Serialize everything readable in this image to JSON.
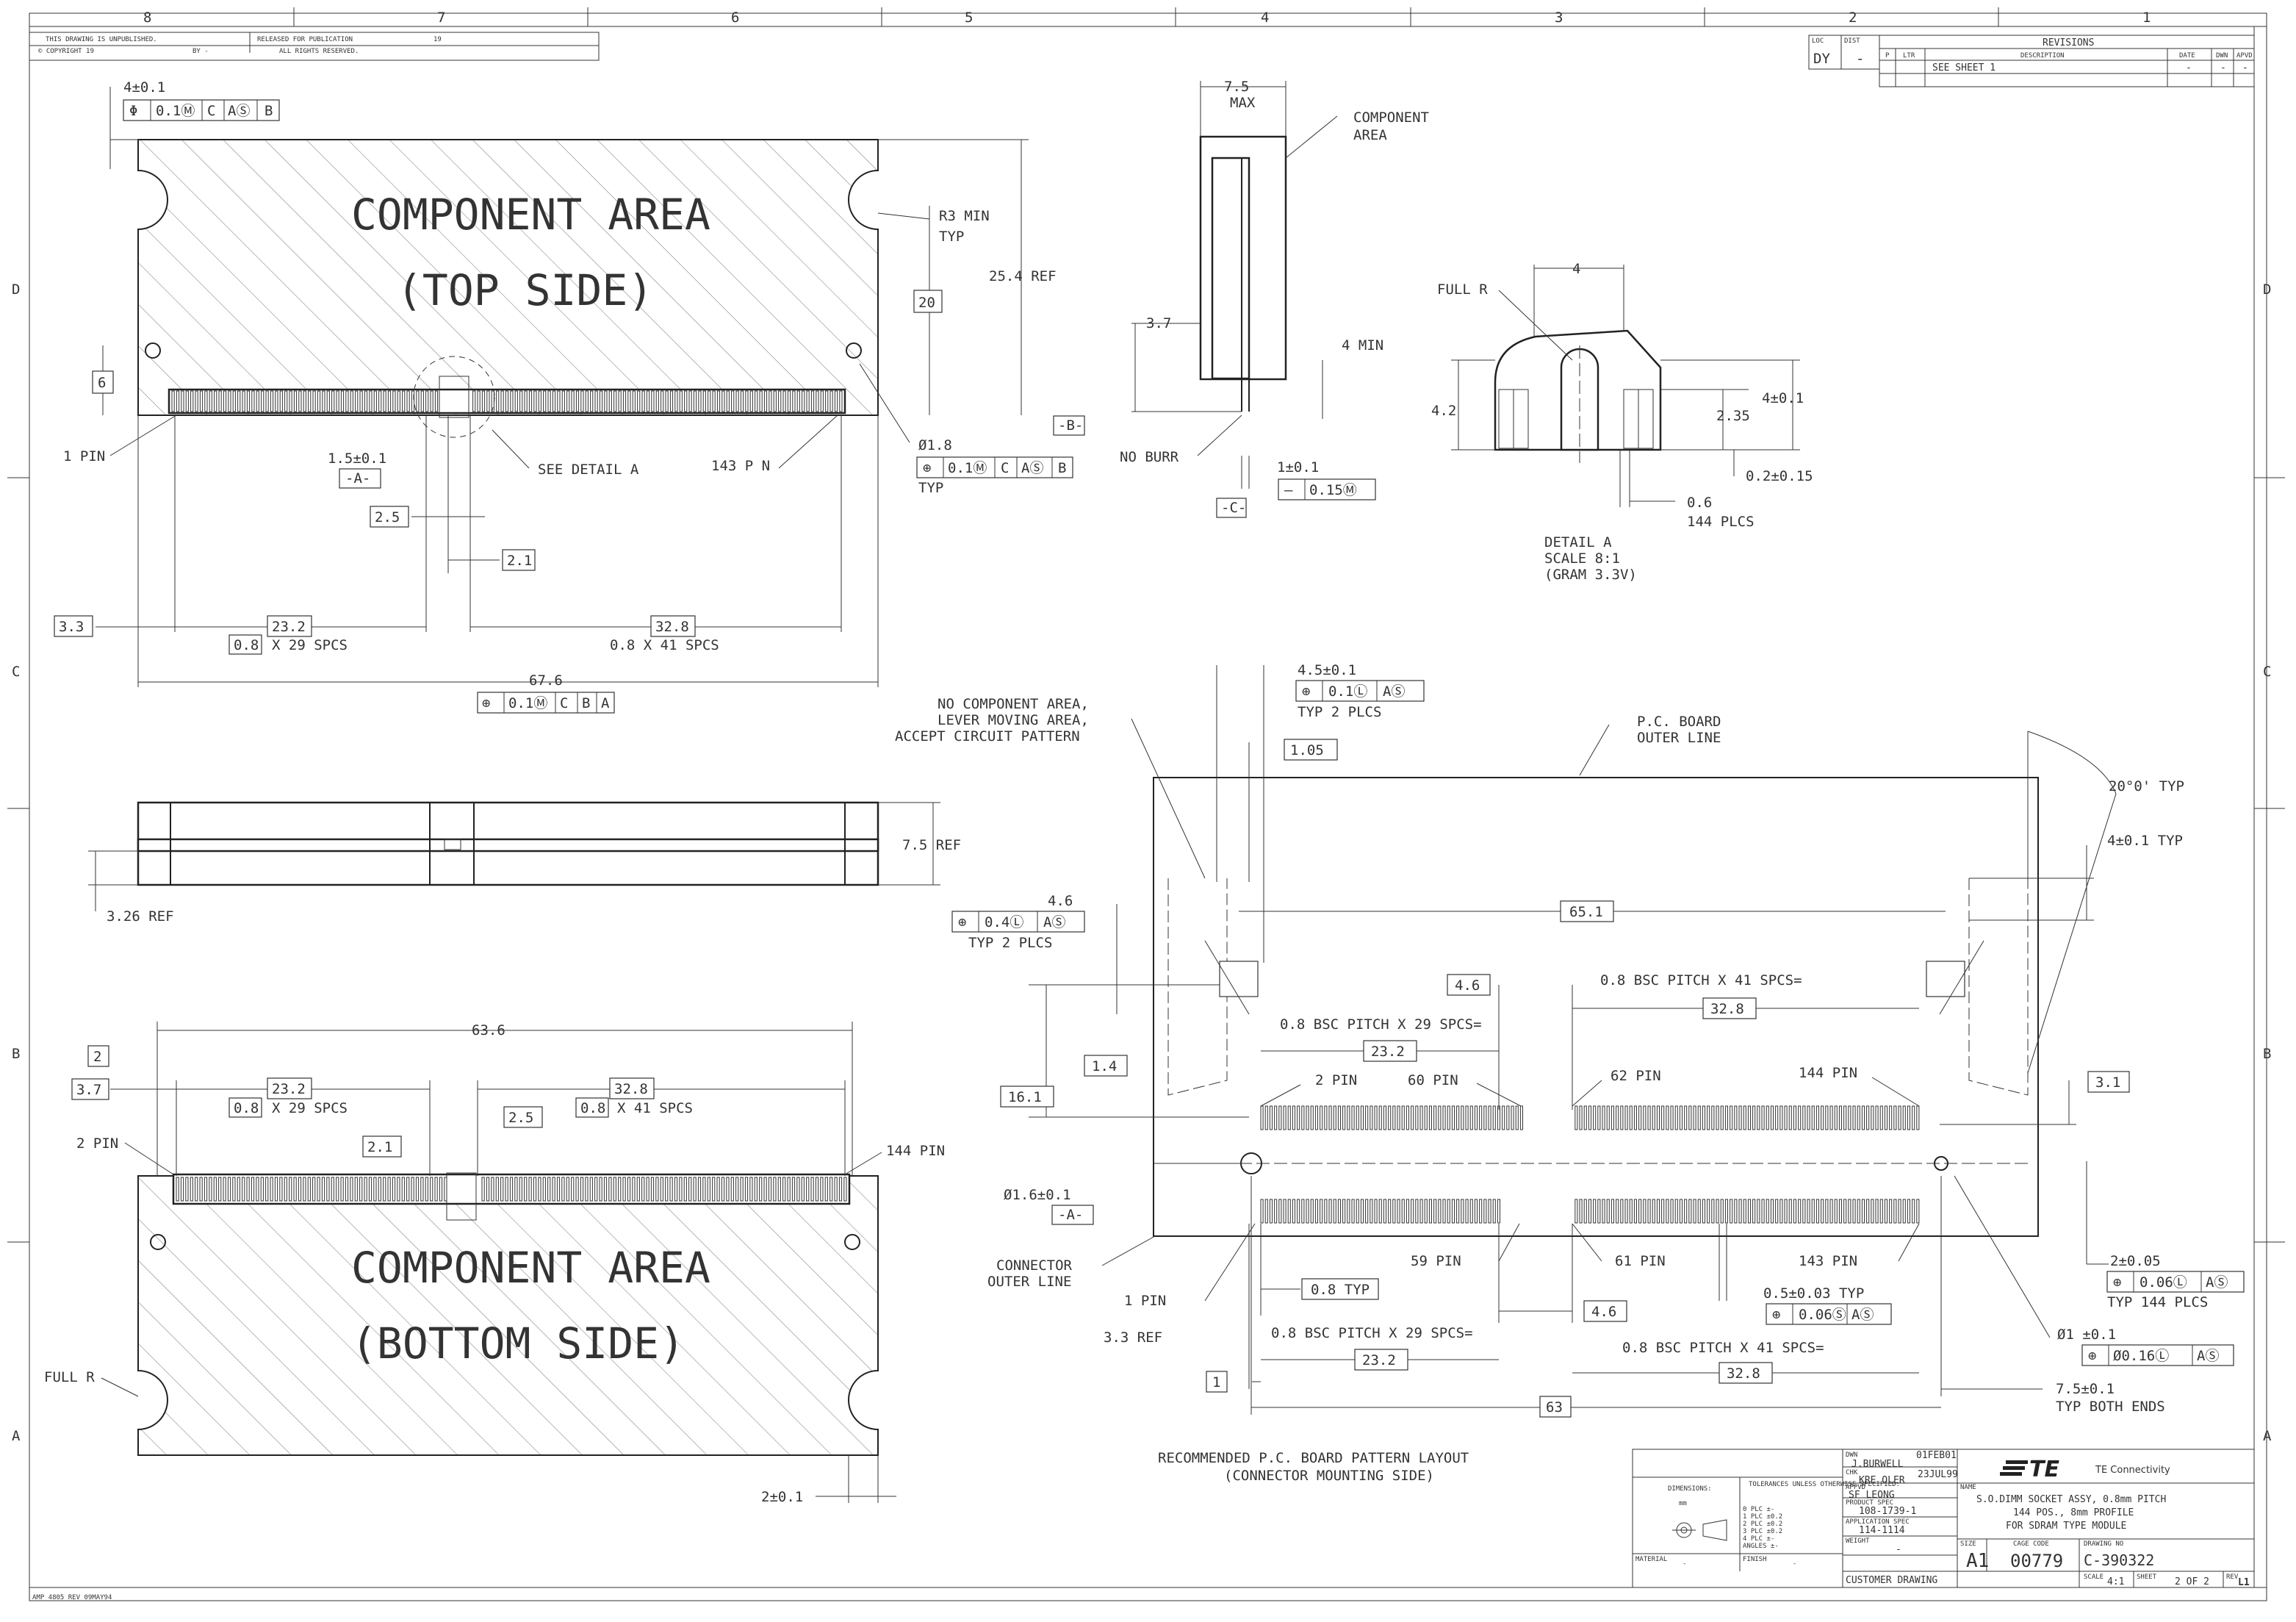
{
  "top_notes": {
    "unpublished": "THIS DRAWING IS UNPUBLISHED.",
    "copyright": "© COPYRIGHT 19",
    "copyright_by": "BY -",
    "released": "RELEASED FOR PUBLICATION",
    "released_year": "19",
    "rights": "ALL RIGHTS RESERVED."
  },
  "zones": {
    "columns": [
      "8",
      "7",
      "6",
      "5",
      "4",
      "3",
      "2",
      "1"
    ],
    "rows": [
      "D",
      "C",
      "B",
      "A"
    ]
  },
  "revisions": {
    "loc_label": "LOC",
    "loc_value": "DY",
    "dist_label": "DIST",
    "dist_value": "-",
    "title": "REVISIONS",
    "col_p": "P",
    "col_ltr": "LTR",
    "col_desc": "DESCRIPTION",
    "col_date": "DATE",
    "col_dwn": "DWN",
    "col_apvd": "APVD",
    "row_desc": "SEE SHEET 1",
    "row_date": "-",
    "row_dwn": "-",
    "row_apvd": "-"
  },
  "top_view": {
    "title_line1": "COMPONENT AREA",
    "title_line2": "(TOP SIDE)",
    "dim_4": "4±0.1",
    "fcf_pos": "Φ",
    "fcf_tol": "0.1Ⓜ",
    "fcf_c": "C",
    "fcf_as": "AⓈ",
    "fcf_b": "B",
    "r3": "R3 MIN",
    "typ": "TYP",
    "box_20": "20",
    "ref_254": "25.4 REF",
    "box_6": "6",
    "datum_b": "-B-",
    "pin1": "1 PIN",
    "dim_15": "1.5±0.1",
    "datum_a": "-A-",
    "see_detail": "SEE DETAIL A",
    "pin143": "143 P N",
    "dia18": "Ø1.8",
    "fcf2_tol": "0.1Ⓜ",
    "fcf2_c": "C",
    "fcf2_as": "AⓈ",
    "fcf2_b": "B",
    "typ2": "TYP",
    "box_25": "2.5",
    "box_21": "2.1",
    "box_33": "3.3",
    "box_232": "23.2",
    "box_08": "0.8",
    "x29": "X 29 SPCS",
    "box_328": "32.8",
    "x41": "0.8 X 41 SPCS",
    "dim_676": "67.6",
    "fcf3_tol": "0.1Ⓜ",
    "fcf3_c": "C",
    "fcf3_b": "B",
    "fcf3_a": "A"
  },
  "side_view": {
    "max75": "7.5",
    "max": "MAX",
    "comp_area_1": "COMPONENT",
    "comp_area_2": "AREA",
    "dim_37": "3.7",
    "min4": "4 MIN",
    "noburr": "NO BURR",
    "dim_1": "1±0.1",
    "fcf_tol": "0.15Ⓜ",
    "datum_c": "-C-"
  },
  "detail_a": {
    "full_r": "FULL R",
    "dim_4": "4",
    "dim_42": "4.2",
    "dim_235": "2.35",
    "dim_41": "4±0.1",
    "dim_02": "0.2±0.15",
    "dim_06": "0.6",
    "plcs144": "144 PLCS",
    "title": "DETAIL A",
    "scale": "SCALE 8:1",
    "gram": "(GRAM 3.3V)"
  },
  "front_view": {
    "ref_75": "7.5 REF",
    "ref_326": "3.26 REF"
  },
  "bottom_view": {
    "title_line1": "COMPONENT AREA",
    "title_line2": "(BOTTOM SIDE)",
    "box_2": "2",
    "box_37": "3.7",
    "dim_636": "63.6",
    "box_232": "23.2",
    "box_08": "0.8",
    "x29": "X 29 SPCS",
    "box_25": "2.5",
    "box_328": "32.8",
    "box_08b": "0.8",
    "x41": "X 41 SPCS",
    "pin2": "2 PIN",
    "box_21": "2.1",
    "pin144": "144 PIN",
    "full_r": "FULL R",
    "dim_2": "2±0.1"
  },
  "pcb_layout": {
    "no_comp_1": "NO COMPONENT AREA,",
    "no_comp_2": "LEVER MOVING AREA,",
    "no_comp_3": "ACCEPT CIRCUIT PATTERN",
    "dim_45": "4.5±0.1",
    "fcf_tol": "0.1Ⓛ",
    "fcf_as": "AⓈ",
    "typ2plcs": "TYP 2 PLCS",
    "box_105": "1.05",
    "pcb_outer_1": "P.C. BOARD",
    "pcb_outer_2": "OUTER LINE",
    "angle": "20°0' TYP",
    "dim_41typ": "4±0.1 TYP",
    "dim_46": "4.6",
    "fcf2_tol": "0.4Ⓛ",
    "fcf2_as": "AⓈ",
    "typ2plcs_b": "TYP 2 PLCS",
    "box_651": "65.1",
    "box_46": "4.6",
    "pitch41": "0.8 BSC PITCH X 41 SPCS=",
    "box_328": "32.8",
    "pitch29": "0.8 BSC PITCH X 29 SPCS=",
    "box_232": "23.2",
    "box_14": "1.4",
    "box_161": "16.1",
    "pin2": "2 PIN",
    "pin60": "60 PIN",
    "pin62": "62 PIN",
    "pin144": "144 PIN",
    "box_31": "3.1",
    "dia16": "Ø1.6±0.1",
    "datum_a": "-A-",
    "conn_1": "CONNECTOR",
    "conn_2": "OUTER LINE",
    "pin59": "59 PIN",
    "pin61": "61 PIN",
    "pin143": "143 PIN",
    "dim_205": "2±0.05",
    "fcf3_tol": "0.06Ⓛ",
    "fcf3_as": "AⓈ",
    "typ144": "TYP 144 PLCS",
    "pin1": "1 PIN",
    "box_08typ": "0.8 TYP",
    "dim_05": "0.5±0.03 TYP",
    "fcf4_tol": "0.06Ⓢ",
    "fcf4_as": "AⓈ",
    "ref_33": "3.3 REF",
    "box_46b": "4.6",
    "pitch29b": "0.8 BSC PITCH X 29 SPCS=",
    "box_232b": "23.2",
    "pitch41b": "0.8 BSC PITCH X 41 SPCS=",
    "box_328b": "32.8",
    "dia1": "Ø1 ±0.1",
    "fcf5_tol": "Ø0.16Ⓛ",
    "fcf5_as": "AⓈ",
    "box_1": "1",
    "dim_75": "7.5±0.1",
    "typ_both": "TYP BOTH ENDS",
    "dim_63": "63",
    "caption_1": "RECOMMENDED P.C. BOARD PATTERN LAYOUT",
    "caption_2": "(CONNECTOR MOUNTING SIDE)"
  },
  "title_block": {
    "dimensions": "DIMENSIONS:",
    "mm": "mm",
    "tolerances": "TOLERANCES UNLESS OTHERWISE SPECIFIED:",
    "tol_lines": [
      "0 PLC  ±-",
      "1 PLC  ±0.2",
      "2 PLC  ±0.2",
      "3 PLC  ±0.2",
      "4 PLC  ±-",
      "ANGLES  ±-"
    ],
    "material": "MATERIAL",
    "material_v": "-",
    "finish": "FINISH",
    "finish_v": "-",
    "dwn": "DWN",
    "dwn_name": "J.BURWELL",
    "dwn_date": "01FEB01",
    "chk": "CHK",
    "chk_name": "KRE OLER",
    "chk_date": "23JUL99",
    "appvd": "APPVD",
    "appvd_name": "SF LEONG",
    "product_spec": "PRODUCT SPEC",
    "product_spec_v": "108-1739-1",
    "application_spec": "APPLICATION SPEC",
    "application_spec_v": "114-1114",
    "weight": "WEIGHT",
    "weight_v": "-",
    "customer": "CUSTOMER DRAWING",
    "brand": "TE",
    "company": "TE Connectivity",
    "name_label": "NAME",
    "title_1": "S.O.DIMM SOCKET ASSY, 0.8mm PITCH",
    "title_2": "144 POS., 8mm PROFILE",
    "title_3": "FOR SDRAM TYPE MODULE",
    "size_label": "SIZE",
    "size": "A1",
    "cage_label": "CAGE CODE",
    "cage": "00779",
    "dwg_label": "DRAWING NO",
    "dwg": "C-390322",
    "scale_label": "SCALE",
    "scale": "4:1",
    "sheet_label": "SHEET",
    "sheet": "2 OF 2",
    "rev_label": "REV",
    "rev": "L1"
  },
  "footer": "AMP 4805 REV 09MAY94"
}
